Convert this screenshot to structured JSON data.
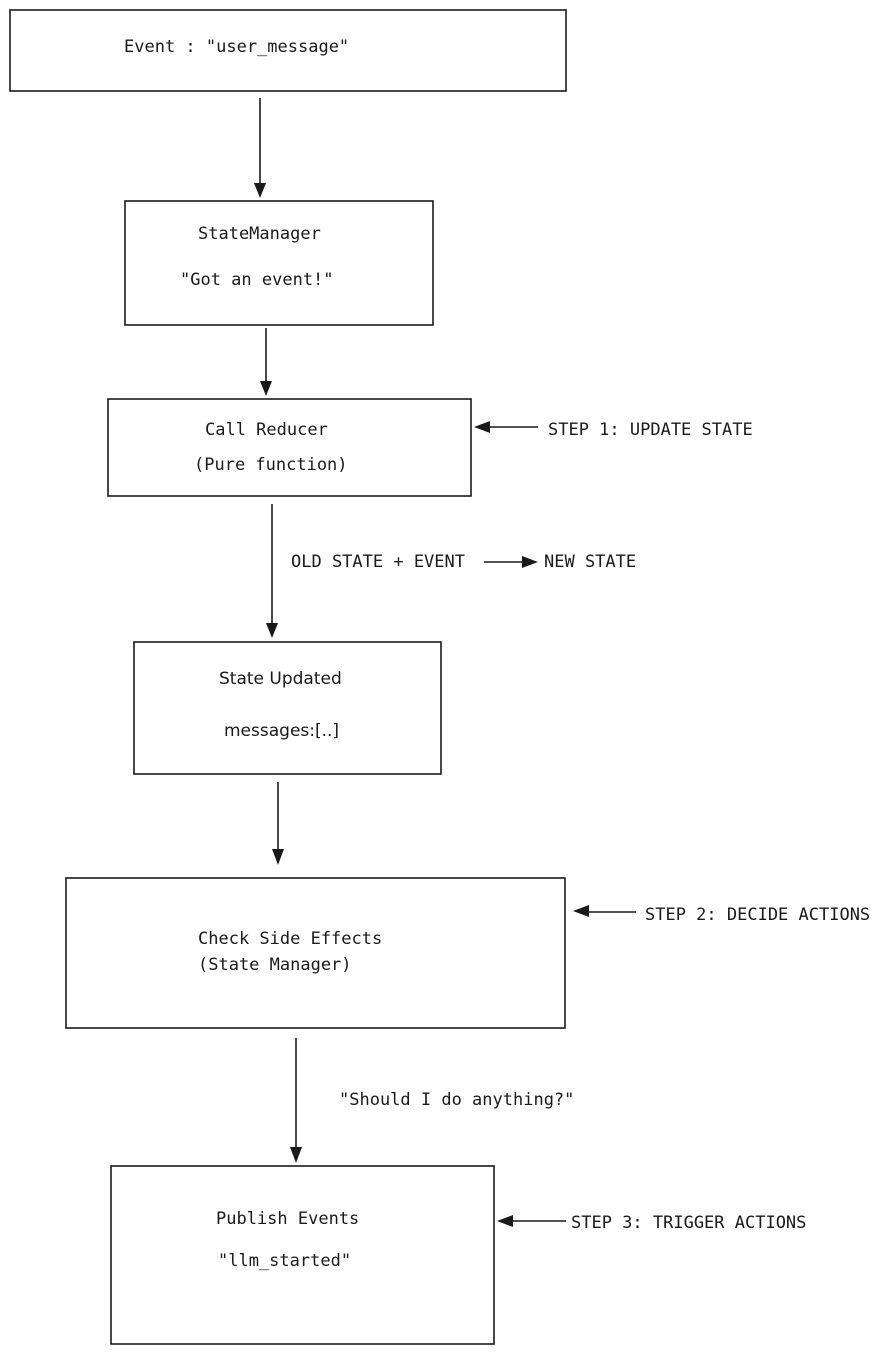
{
  "nodes": {
    "event": {
      "line1": "Event : \"user_message\""
    },
    "state_manager": {
      "line1": "StateManager",
      "line2": "\"Got an event!\""
    },
    "call_reducer": {
      "line1": "Call Reducer",
      "line2": "(Pure function)"
    },
    "state_updated": {
      "line1": "State Updated",
      "line2": "messages:[..]"
    },
    "check_side_effects": {
      "line1": "Check Side Effects",
      "line2": "(State Manager)"
    },
    "publish_events": {
      "line1": "Publish Events",
      "line2": "\"llm_started\""
    }
  },
  "annotations": {
    "step1": "STEP 1: UPDATE STATE",
    "step2": "STEP 2: DECIDE ACTIONS",
    "step3": "STEP 3: TRIGGER ACTIONS",
    "old_state_event": "OLD STATE + EVENT",
    "new_state": "NEW STATE",
    "should_i": "\"Should I do anything?\""
  }
}
